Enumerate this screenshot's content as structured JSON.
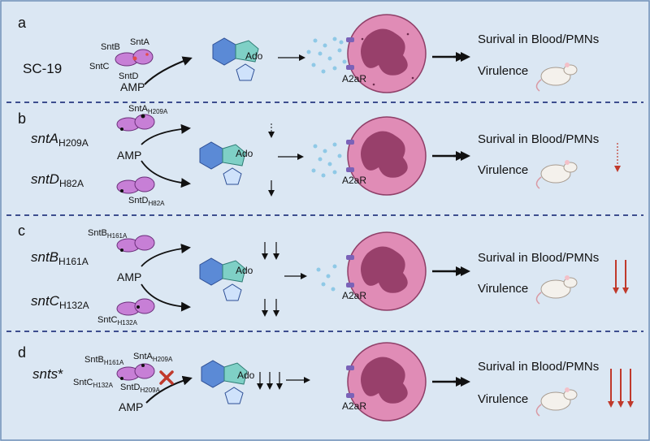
{
  "panels": [
    {
      "letter": "a",
      "strain": {
        "main": "SC-19",
        "sub": "",
        "italic": false,
        "star": ""
      },
      "enzyme_labels": {
        "sntA": "SntA",
        "sntB": "SntB",
        "sntC": "SntC",
        "sntD": "SntD"
      },
      "amp": "AMP",
      "ado": "Ado",
      "receptor": "A2aR",
      "outcome_1": "Surival in Blood/PMNs",
      "outcome_2": "Virulence"
    },
    {
      "letter": "b",
      "strain_top": {
        "main": "sntA",
        "sub": "H209A"
      },
      "strain_bottom": {
        "main": "sntD",
        "sub": "H82A"
      },
      "enzyme_top": {
        "main": "SntA",
        "sub": "H209A"
      },
      "enzyme_bottom": {
        "main": "SntD",
        "sub": "H82A"
      },
      "amp": "AMP",
      "ado": "Ado",
      "receptor": "A2aR",
      "outcome_1": "Surival in Blood/PMNs",
      "outcome_2": "Virulence"
    },
    {
      "letter": "c",
      "strain_top": {
        "main": "sntB",
        "sub": "H161A"
      },
      "strain_bottom": {
        "main": "sntC",
        "sub": "H132A"
      },
      "enzyme_top": {
        "main": "SntB",
        "sub": "H161A"
      },
      "enzyme_bottom": {
        "main": "SntC",
        "sub": "H132A"
      },
      "amp": "AMP",
      "ado": "Ado",
      "receptor": "A2aR",
      "outcome_1": "Surival in Blood/PMNs",
      "outcome_2": "Virulence"
    },
    {
      "letter": "d",
      "strain": {
        "main": "snts",
        "star": "*"
      },
      "enzyme_labels": {
        "sntB": {
          "main": "SntB",
          "sub": "H161A"
        },
        "sntA": {
          "main": "SntA",
          "sub": "H209A"
        },
        "sntC": {
          "main": "SntC",
          "sub": "H132A"
        },
        "sntD": {
          "main": "SntD",
          "sub": "H209A"
        }
      },
      "amp": "AMP",
      "ado": "Ado",
      "receptor": "A2aR",
      "outcome_1": "Surival in Blood/PMNs",
      "outcome_2": "Virulence"
    }
  ],
  "colors": {
    "background": "#dbe7f3",
    "divider": "#3d4e8e",
    "hexagon": "#5b8ad6",
    "pentagon_fill": "#cfe2fb",
    "hexagon_small": "#7fd0c6",
    "neutrophil": "#e08cb6",
    "neutrophil_nucleus": "#98406b",
    "enzyme": "#c77fd6",
    "down_arrow_red": "#c0392b"
  }
}
